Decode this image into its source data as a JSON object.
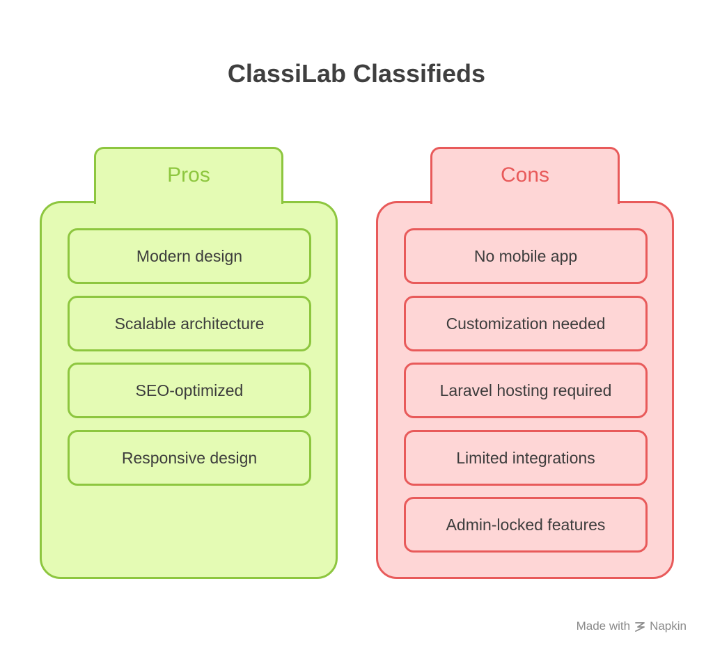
{
  "title": "ClassiLab Classifieds",
  "pros": {
    "label": "Pros",
    "items": [
      "Modern design",
      "Scalable architecture",
      "SEO-optimized",
      "Responsive design"
    ]
  },
  "cons": {
    "label": "Cons",
    "items": [
      "No mobile app",
      "Customization needed",
      "Laravel hosting required",
      "Limited integrations",
      "Admin-locked features"
    ]
  },
  "footer": {
    "made_with": "Made with",
    "brand": "Napkin",
    "icon": "napkin-logo-icon"
  },
  "colors": {
    "pros_border": "#8dc63f",
    "pros_fill": "#e4fbb4",
    "cons_border": "#e85a5a",
    "cons_fill": "#fed6d6",
    "title": "#3f3f3f"
  }
}
